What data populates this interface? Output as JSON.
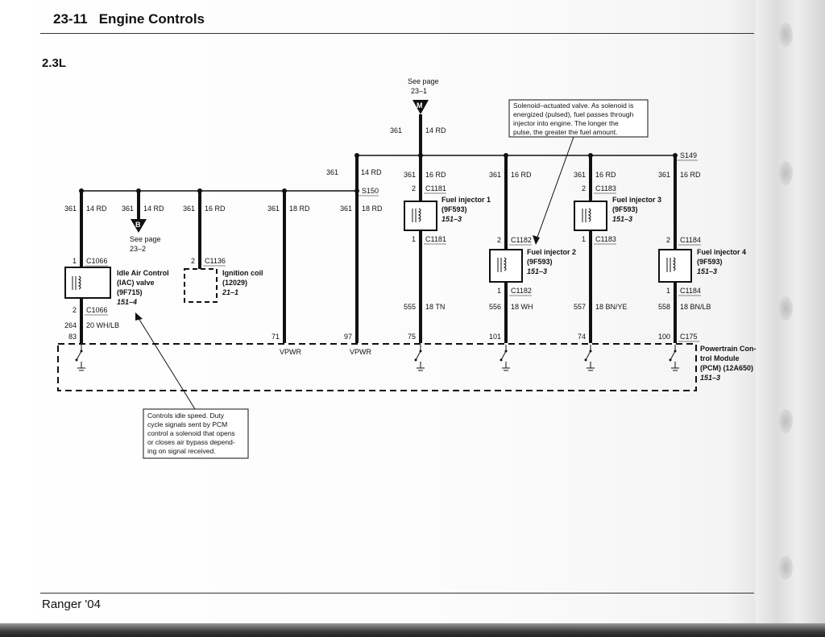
{
  "header": {
    "section": "23-11",
    "title": "Engine Controls"
  },
  "variant": "2.3L",
  "footer": "Ranger '04",
  "see_pages": {
    "top": {
      "label": "See page",
      "page": "23–1",
      "marker": "M"
    },
    "left": {
      "label": "See page",
      "page": "23–2",
      "marker": "B"
    }
  },
  "splices": {
    "s149": "S149",
    "s150": "S150"
  },
  "feed_wire": {
    "circuit": "361",
    "wire": "14 RD"
  },
  "branches": {
    "iac": {
      "circuit": "361",
      "wire": "14 RD"
    },
    "b": {
      "circuit": "361",
      "wire": "14 RD"
    },
    "coil": {
      "circuit": "361",
      "wire": "16 RD"
    },
    "pcm71": {
      "circuit": "361",
      "wire": "18 RD"
    },
    "pcm97": {
      "circuit": "361",
      "wire": "18 RD"
    },
    "s150": {
      "circuit": "361",
      "wire": "14 RD"
    },
    "inj1": {
      "circuit": "361",
      "wire": "16 RD"
    },
    "inj2": {
      "circuit": "361",
      "wire": "16 RD"
    },
    "inj3": {
      "circuit": "361",
      "wire": "16 RD"
    },
    "inj4": {
      "circuit": "361",
      "wire": "16 RD"
    }
  },
  "components": {
    "iac": {
      "name_l1": "Idle Air Control",
      "name_l2": "(IAC) valve",
      "part": "(9F715)",
      "ref": "151–4",
      "top_pin": "1",
      "top_conn": "C1066",
      "bot_pin": "2",
      "bot_conn": "C1066",
      "out_circuit": "264",
      "out_wire": "20 WH/LB"
    },
    "coil": {
      "name": "Ignition coil",
      "part": "(12029)",
      "ref": "21–1",
      "pin": "2",
      "conn": "C1136"
    },
    "inj1": {
      "name": "Fuel injector 1",
      "part": "(9F593)",
      "ref": "151–3",
      "top_pin": "2",
      "top_conn": "C1181",
      "bot_pin": "1",
      "bot_conn": "C1181",
      "out_circuit": "555",
      "out_wire": "18 TN"
    },
    "inj2": {
      "name": "Fuel injector 2",
      "part": "(9F593)",
      "ref": "151–3",
      "top_pin": "2",
      "top_conn": "C1182",
      "bot_pin": "1",
      "bot_conn": "C1182",
      "out_circuit": "556",
      "out_wire": "18 WH"
    },
    "inj3": {
      "name": "Fuel injector 3",
      "part": "(9F593)",
      "ref": "151–3",
      "top_pin": "2",
      "top_conn": "C1183",
      "bot_pin": "1",
      "bot_conn": "C1183",
      "out_circuit": "557",
      "out_wire": "18 BN/YE"
    },
    "inj4": {
      "name": "Fuel injector 4",
      "part": "(9F593)",
      "ref": "151–3",
      "top_pin": "2",
      "top_conn": "C1184",
      "bot_pin": "1",
      "bot_conn": "C1184",
      "out_circuit": "558",
      "out_wire": "18 BN/LB"
    }
  },
  "pcm": {
    "name_l1": "Powertrain Con-",
    "name_l2": "trol Module",
    "name_l3": "(PCM) (12A650)",
    "ref": "151–3",
    "conn": "C175",
    "pins": {
      "iac": "83",
      "vpwr1": "71",
      "vpwr2": "97",
      "inj1": "75",
      "inj2": "101",
      "inj3": "74",
      "inj4": "100"
    },
    "vpwr_label": "VPWR"
  },
  "notes": {
    "solenoid": [
      "Solenoid–actuated valve. As solenoid is",
      "energized (pulsed), fuel passes through",
      "injector into engine. The longer the",
      "pulse, the greater the fuel amount."
    ],
    "idle": [
      "Controls idle speed. Duty",
      "cycle signals sent by PCM",
      "control a solenoid that opens",
      "or closes air bypass depend-",
      "ing on signal received."
    ]
  }
}
